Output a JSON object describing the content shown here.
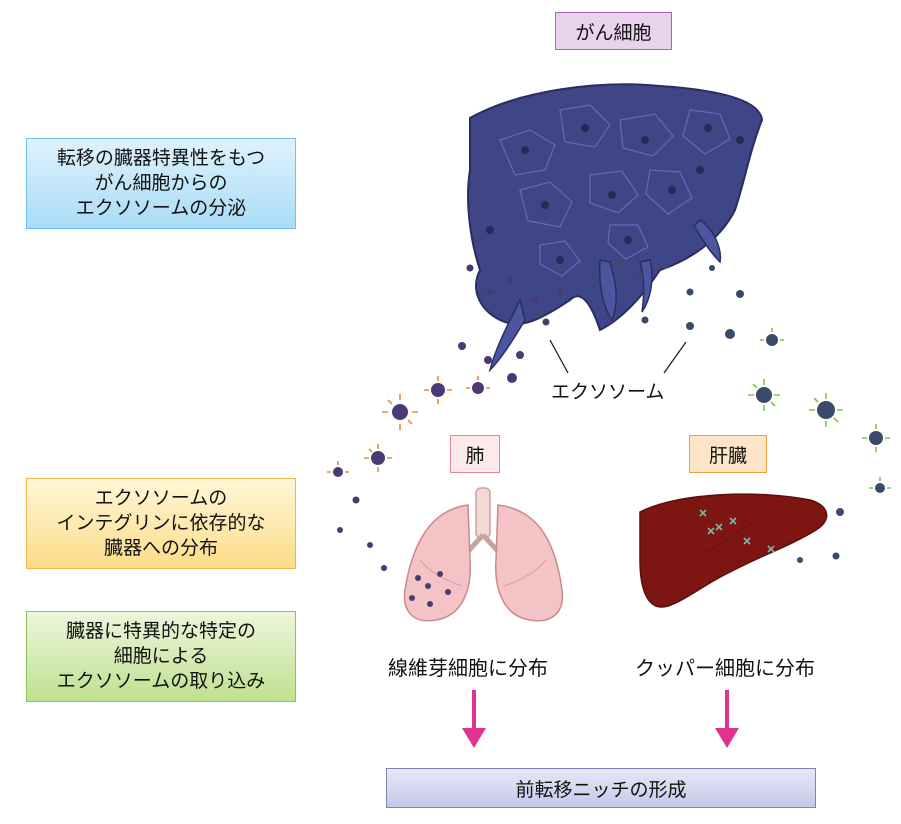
{
  "cancer_cell_label": "がん細胞",
  "exosome_label": "エクソソーム",
  "organs": {
    "lung": {
      "tag": "肺",
      "caption": "線維芽細胞に分布"
    },
    "liver": {
      "tag": "肝臓",
      "caption": "クッパー細胞に分布"
    }
  },
  "steps": [
    {
      "lines": [
        "転移の臓器特異性をもつ",
        "がん細胞からの",
        "エクソソームの分泌"
      ]
    },
    {
      "lines": [
        "エクソソームの",
        "インテグリンに依存的な",
        "臓器への分布"
      ]
    },
    {
      "lines": [
        "臓器に特異的な特定の",
        "細胞による",
        "エクソソームの取り込み"
      ]
    }
  ],
  "result_label": "前転移ニッチの形成",
  "colors": {
    "cancer_cells": "#3f4687",
    "lung": "#f4c3c6",
    "liver": "#7d1612",
    "arrow": "#e0338e",
    "exosome_lung": "#4a3a73",
    "exosome_liver": "#3a4a6a"
  }
}
